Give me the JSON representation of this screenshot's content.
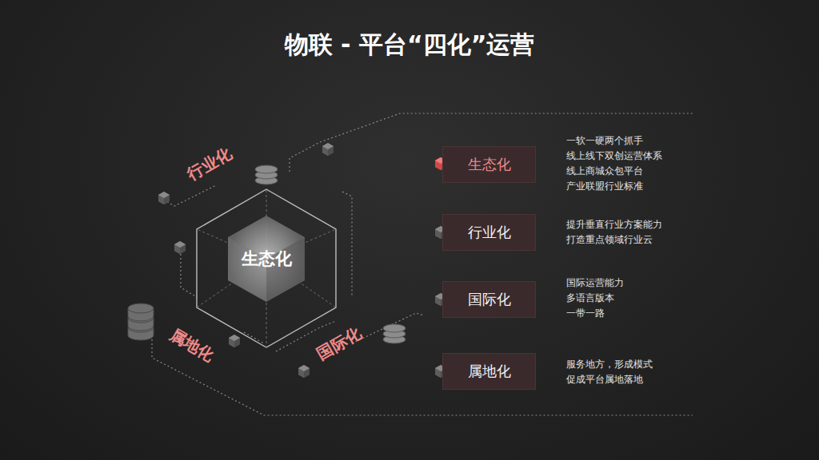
{
  "diagram": {
    "title": "物联 - 平台“四化”运营",
    "nodes": [
      {
        "text": [
          "生态化"
        ]
      },
      {
        "text": [
          "生态化"
        ]
      },
      {
        "text": [
          "行业化"
        ]
      },
      {
        "text": [
          "国际化"
        ]
      },
      {
        "text": [
          "属地化"
        ]
      }
    ],
    "labels": [
      "行业化",
      "属地化",
      "国际化",
      "一软一硬两个抓手",
      "线上线下双创运营体系",
      "线上商城众包平台",
      "产业联盟行业标准",
      "提升垂直行业方案能力",
      "打造重点领域行业云",
      "国际运营能力",
      "多语言版本",
      "一带一路",
      "服务地方，形成模式",
      "促成平台属地落地"
    ]
  }
}
